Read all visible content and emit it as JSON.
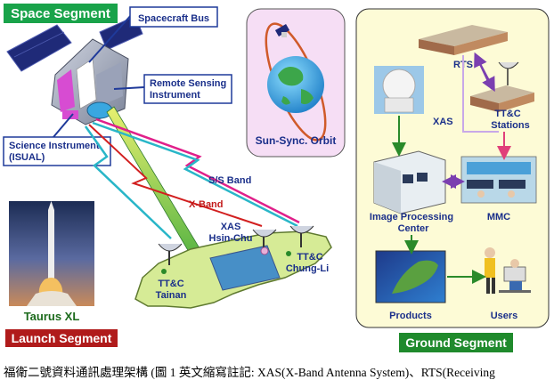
{
  "segments": {
    "space": "Space Segment",
    "launch": "Launch Segment",
    "ground": "Ground Segment"
  },
  "callouts": {
    "spacecraft_bus": "Spacecraft Bus",
    "remote_sensing_1": "Remote Sensing",
    "remote_sensing_2": "Instrument",
    "science_1": "Science Instrument",
    "science_2": "(ISUAL)"
  },
  "orbit_label": "Sun-Sync. Orbit",
  "links": {
    "ss_band": "S/S Band",
    "x_band": "X-Band"
  },
  "stations": {
    "xas_1": "XAS",
    "xas_2": "Hsin-Chu",
    "tainan_1": "TT&C",
    "tainan_2": "Tainan",
    "chungli_1": "TT&C",
    "chungli_2": "Chung-Li"
  },
  "rocket_label": "Taurus XL",
  "ground": {
    "rts": "RTS",
    "xas": "XAS",
    "ttc_1": "TT&C",
    "ttc_2": "Stations",
    "ipc_1": "Image Processing",
    "ipc_2": "Center",
    "mmc": "MMC",
    "products": "Products",
    "users": "Users"
  },
  "caption": "福衛二號資料通訊處理架構 (圖 1 英文縮寫註記: XAS(X-Band Antenna System)、RTS(Receiving",
  "colors": {
    "space_segment_bg": "#19a34a",
    "launch_segment_bg": "#b01b1b",
    "ground_segment_bg": "#1f8a2c",
    "callout_border": "#1f3a9a",
    "callout_text": "#1a2f8a",
    "orbit_panel_bg": "#f6def5",
    "ground_panel_bg": "#fdfbd6",
    "taiwan_fill": "#d6eb96",
    "ss_band_colors": [
      "#e0208a",
      "#29b6c8"
    ],
    "x_band_color": "#d21f1f",
    "arrow_purple": "#7b3fb0",
    "arrow_green": "#2a8a2a",
    "arrow_pink": "#e0407a"
  }
}
